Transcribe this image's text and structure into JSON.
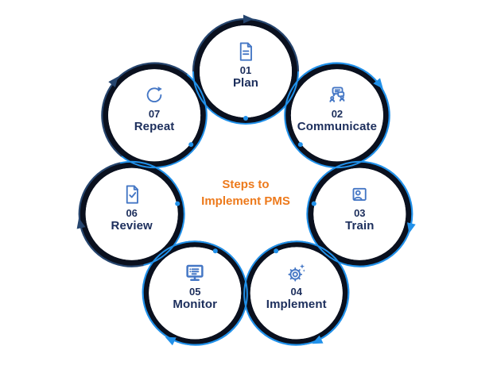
{
  "title": {
    "line1": "Steps to",
    "line2": "Implement PMS"
  },
  "colors": {
    "background": "#ffffff",
    "dark_ring": "#0a101e",
    "navy_ring": "#26456e",
    "blue_ring": "#2191ea",
    "icon_blue": "#4577c5",
    "text_navy": "#1c2e5c",
    "title_orange": "#ed7a1c"
  },
  "steps": [
    {
      "number": "01",
      "label": "Plan",
      "icon": "document-icon",
      "ring": "navy"
    },
    {
      "number": "02",
      "label": "Communicate",
      "icon": "chat-people-icon",
      "ring": "blue"
    },
    {
      "number": "03",
      "label": "Train",
      "icon": "person-frame-icon",
      "ring": "blue"
    },
    {
      "number": "04",
      "label": "Implement",
      "icon": "gear-sparkle-icon",
      "ring": "blue"
    },
    {
      "number": "05",
      "label": "Monitor",
      "icon": "monitor-icon",
      "ring": "blue"
    },
    {
      "number": "06",
      "label": "Review",
      "icon": "document-check-icon",
      "ring": "navy"
    },
    {
      "number": "07",
      "label": "Repeat",
      "icon": "refresh-icon",
      "ring": "navy"
    }
  ]
}
